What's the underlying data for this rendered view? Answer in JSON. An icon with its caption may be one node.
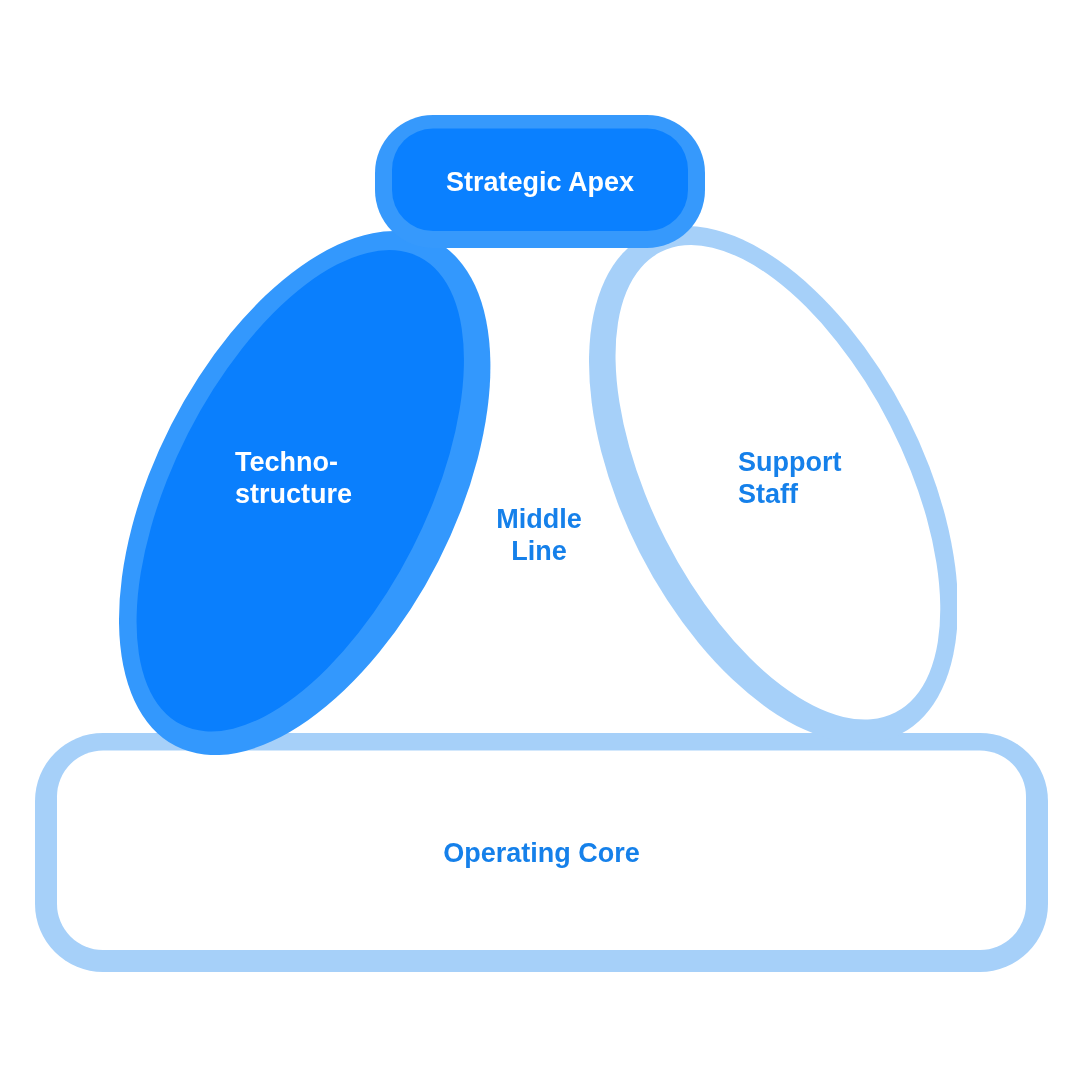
{
  "diagram": {
    "nodes": [
      {
        "text": [
          "Strategic Apex"
        ]
      },
      {
        "text": [
          "Techno- structure"
        ]
      },
      {
        "text": [
          "Support Staff"
        ]
      },
      {
        "text": [
          "Operating Core"
        ]
      }
    ],
    "labels": [
      "Middle Line"
    ]
  }
}
